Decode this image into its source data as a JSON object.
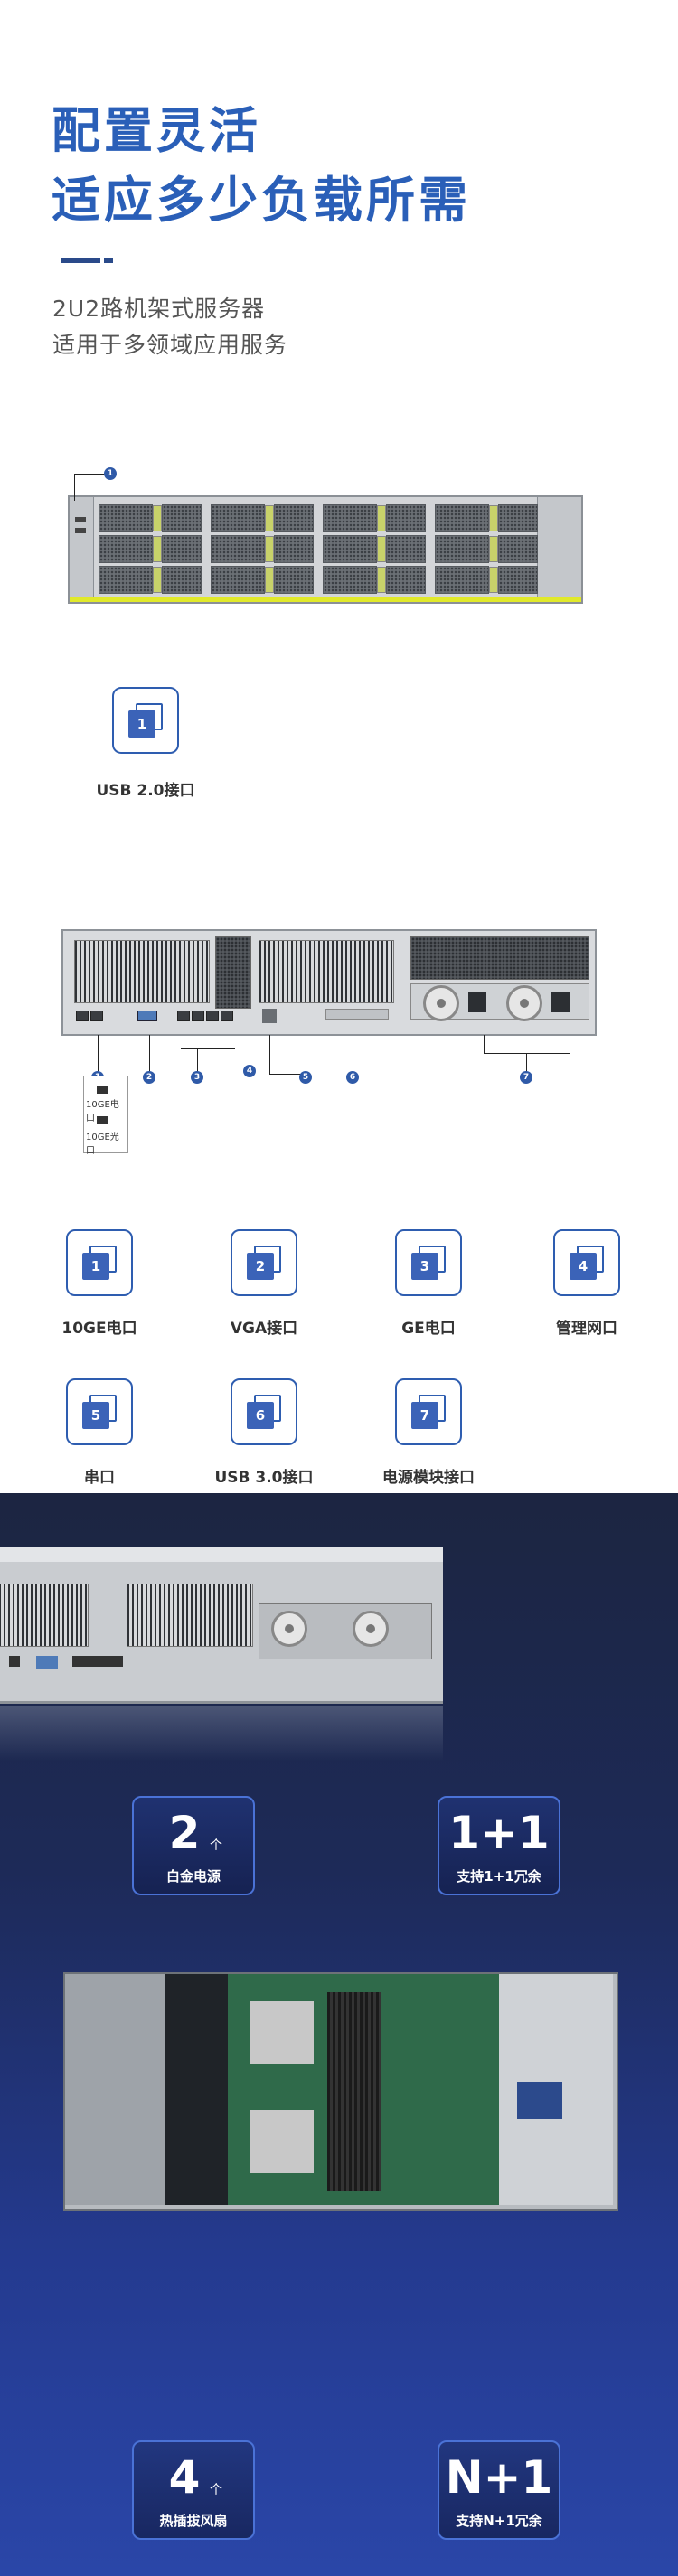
{
  "header": {
    "title_line1": "配置灵活",
    "title_line2": "适应多少负载所需",
    "subtitle_line1": "2U2路机架式服务器",
    "subtitle_line2": "适用于多领域应用服务"
  },
  "front_panel": {
    "items": [
      {
        "num": "1",
        "label": "USB 2.0接口"
      }
    ]
  },
  "rear_panel": {
    "items": [
      {
        "num": "1",
        "label": "10GE电口"
      },
      {
        "num": "2",
        "label": "VGA接口"
      },
      {
        "num": "3",
        "label": "GE电口"
      },
      {
        "num": "4",
        "label": "管理网口"
      },
      {
        "num": "5",
        "label": "串口"
      },
      {
        "num": "6",
        "label": "USB 3.0接口"
      },
      {
        "num": "7",
        "label": "电源模块接口"
      }
    ],
    "port_legend": [
      "10GE电口",
      "10GE光口"
    ]
  },
  "highlights": {
    "psu_count": "2",
    "psu_unit": "个",
    "psu_label": "白金电源",
    "redundancy_big": "1+1",
    "redundancy_label": "支持1+1冗余",
    "fan_count": "4",
    "fan_unit": "个",
    "fan_label": "热插拔风扇",
    "fan_redundancy_big": "N+1",
    "fan_redundancy_label": "支持N+1冗余"
  },
  "colors": {
    "accent": "#2a5fb8",
    "badge_fill": "#3b63b8",
    "dark_bg": "#1d2a58"
  }
}
